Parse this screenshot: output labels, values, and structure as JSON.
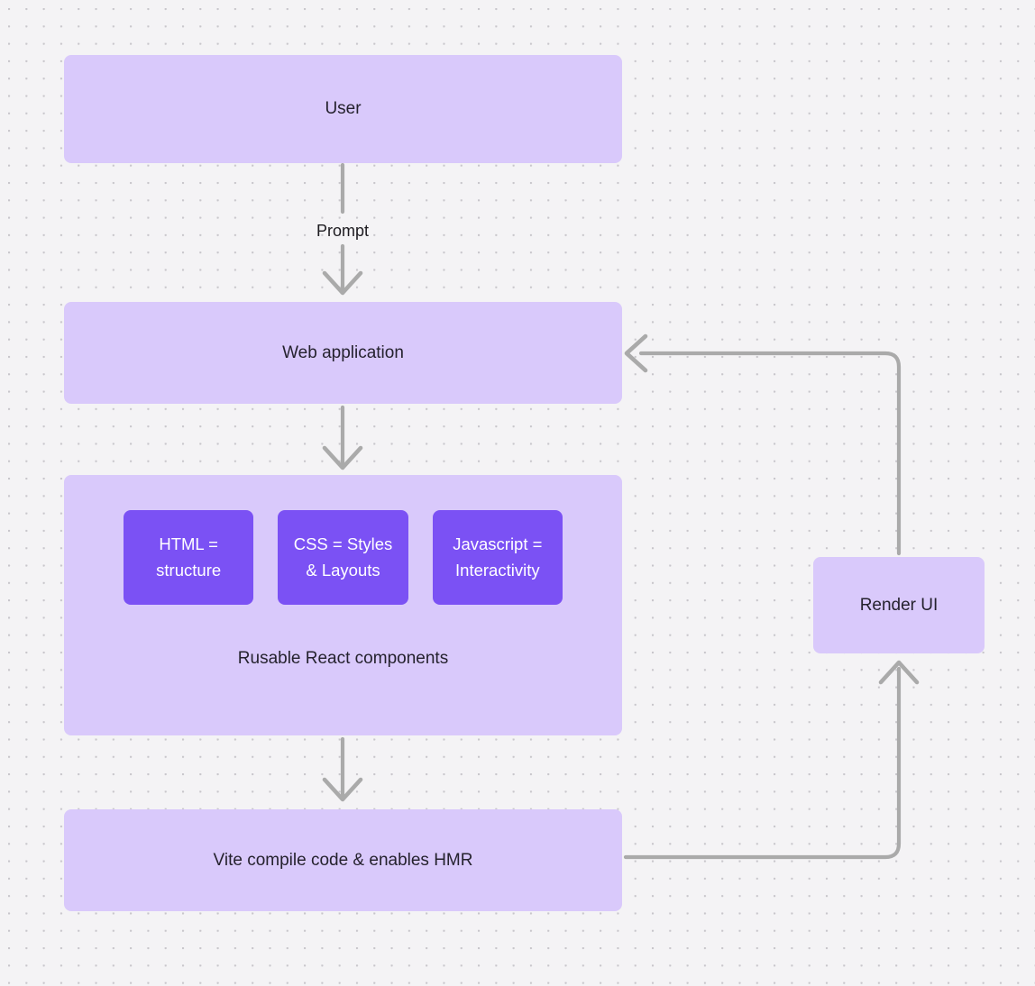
{
  "diagram": {
    "type": "flowchart",
    "background": {
      "color": "#f4f3f5",
      "dot_color": "#c8c6cb",
      "pattern": "dot-grid"
    },
    "palette": {
      "node_fill": "#d9c9fb",
      "node_text": "#25222e",
      "inner_fill": "#7b51f4",
      "inner_text": "#ffffff",
      "edge_stroke": "#aaaaaa"
    },
    "nodes": {
      "user": {
        "label": "User"
      },
      "webapp": {
        "label": "Web application"
      },
      "components": {
        "caption": "Rusable React components",
        "items": [
          {
            "label": "HTML =\nstructure",
            "line1": "HTML =",
            "line2": "structure"
          },
          {
            "label": "CSS = Styles\n& Layouts",
            "line1": "CSS = Styles",
            "line2": "& Layouts"
          },
          {
            "label": "Javascript =\nInteractivity",
            "line1": "Javascript =",
            "line2": "Interactivity"
          }
        ]
      },
      "vite": {
        "label": "Vite compile code & enables HMR"
      },
      "render": {
        "label": "Render UI"
      }
    },
    "edges": [
      {
        "from": "user",
        "to": "webapp",
        "label": "Prompt",
        "direction": "down"
      },
      {
        "from": "webapp",
        "to": "components",
        "label": "",
        "direction": "down"
      },
      {
        "from": "components",
        "to": "vite",
        "label": "",
        "direction": "down"
      },
      {
        "from": "vite",
        "to": "render",
        "label": "",
        "direction": "right-up"
      },
      {
        "from": "render",
        "to": "webapp",
        "label": "",
        "direction": "up-left"
      }
    ]
  }
}
